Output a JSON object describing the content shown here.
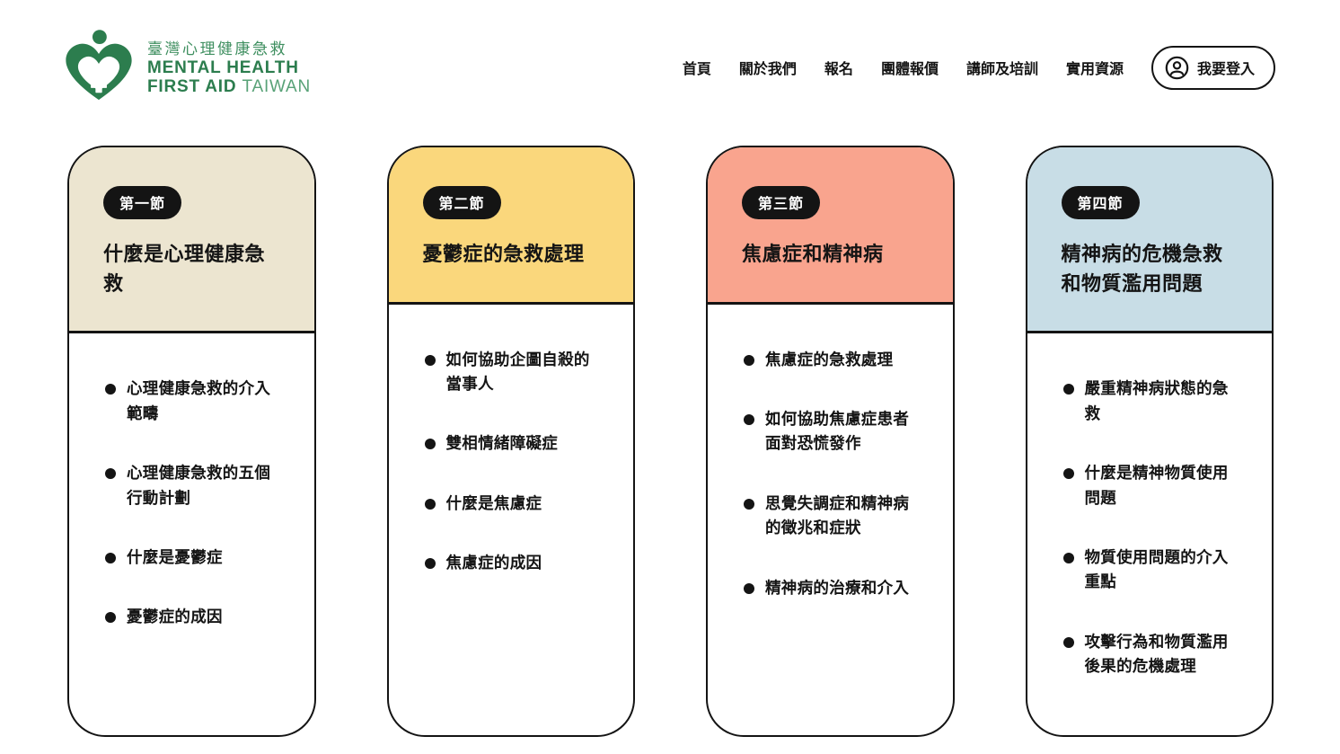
{
  "brand": {
    "name_zh": "臺灣心理健康急救",
    "name_en_line1": "MENTAL HEALTH",
    "name_en_line2_bold": "FIRST AID",
    "name_en_line2_light": "TAIWAN",
    "green_dark": "#2c7d4e",
    "green_light": "#58a277"
  },
  "nav": {
    "items": [
      {
        "label": "首頁"
      },
      {
        "label": "關於我們"
      },
      {
        "label": "報名"
      },
      {
        "label": "團體報價"
      },
      {
        "label": "講師及培訓"
      },
      {
        "label": "實用資源"
      }
    ],
    "login_label": "我要登入"
  },
  "cards": [
    {
      "badge": "第一節",
      "title": "什麼是心理健康急救",
      "header_color": "#ece5d0",
      "items": [
        "心理健康急救的介入範疇",
        "心理健康急救的五個行動計劃",
        "什麼是憂鬱症",
        "憂鬱症的成因"
      ]
    },
    {
      "badge": "第二節",
      "title": "憂鬱症的急救處理",
      "header_color": "#fad77c",
      "items": [
        "如何協助企圖自殺的當事人",
        "雙相情緒障礙症",
        "什麼是焦慮症",
        "焦慮症的成因"
      ]
    },
    {
      "badge": "第三節",
      "title": "焦慮症和精神病",
      "header_color": "#f9a48e",
      "items": [
        "焦慮症的急救處理",
        "如何協助焦慮症患者面對恐慌發作",
        "思覺失調症和精神病的徵兆和症狀",
        "精神病的治療和介入"
      ]
    },
    {
      "badge": "第四節",
      "title": "精神病的危機急救和物質濫用問題",
      "header_color": "#c8dde6",
      "items": [
        "嚴重精神病狀態的急救",
        "什麼是精神物質使用問題",
        "物質使用問題的介入重點",
        "攻擊行為和物質濫用後果的危機處理"
      ]
    }
  ]
}
